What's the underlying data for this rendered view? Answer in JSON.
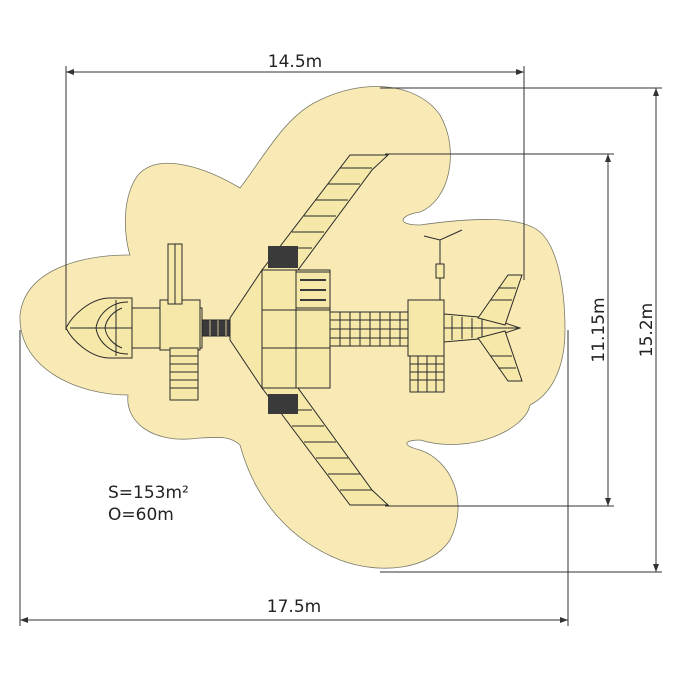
{
  "dimensions": {
    "top_width": "14.5m",
    "bottom_width": "17.5m",
    "inner_height": "11.15m",
    "outer_height": "15.2m"
  },
  "stats": {
    "area": "S=153m²",
    "perimeter": "O=60m"
  },
  "colors": {
    "safety_zone": "#f9eab5",
    "lines": "#333333"
  }
}
